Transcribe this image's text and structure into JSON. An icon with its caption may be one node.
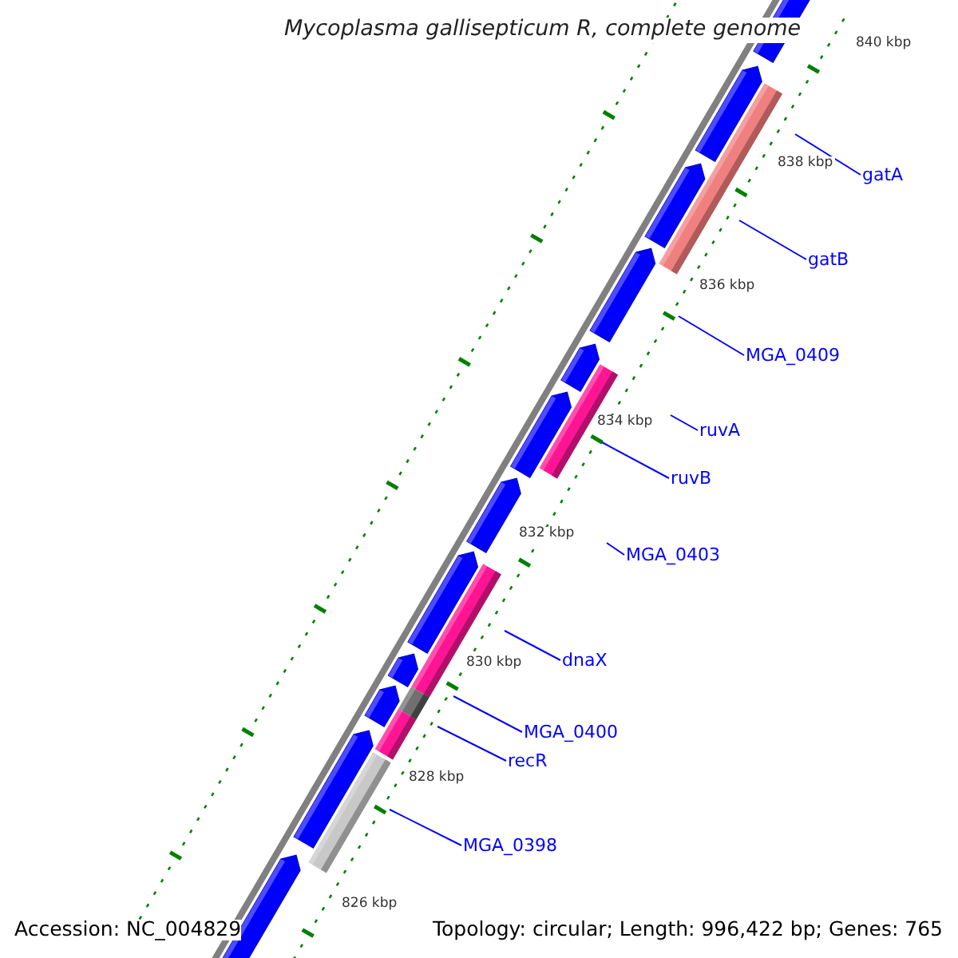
{
  "diagram": {
    "title": "Mycoplasma gallisepticum R, complete genome",
    "nodes": [
      {
        "text": [
          "gatA"
        ]
      },
      {
        "text": [
          "gatB"
        ]
      },
      {
        "text": [
          "MGA_0409"
        ]
      },
      {
        "text": [
          "ruvA"
        ]
      },
      {
        "text": [
          "ruvB"
        ]
      },
      {
        "text": [
          "MGA_0403"
        ]
      },
      {
        "text": [
          "dnaX"
        ]
      },
      {
        "text": [
          "MGA_0400"
        ]
      },
      {
        "text": [
          "recR"
        ]
      },
      {
        "text": [
          "MGA_0398"
        ]
      }
    ],
    "edges": [
      {
        "from": 0,
        "to": null,
        "arrow": "none"
      },
      {
        "from": 1,
        "to": null,
        "arrow": "none"
      },
      {
        "from": 2,
        "to": null,
        "arrow": "none"
      },
      {
        "from": 3,
        "to": null,
        "arrow": "none"
      },
      {
        "from": 4,
        "to": null,
        "arrow": "none"
      },
      {
        "from": 5,
        "to": null,
        "arrow": "none"
      },
      {
        "from": 6,
        "to": null,
        "arrow": "none"
      },
      {
        "from": 7,
        "to": null,
        "arrow": "none"
      },
      {
        "from": 8,
        "to": null,
        "arrow": "none"
      },
      {
        "from": 9,
        "to": null,
        "arrow": "none"
      }
    ],
    "labels": [
      "840 kbp",
      "838 kbp",
      "836 kbp",
      "834 kbp",
      "832 kbp",
      "830 kbp",
      "828 kbp",
      "826 kbp",
      "Accession: NC_004829",
      "Topology: circular; Length: 996,422 bp; Genes: 765"
    ]
  }
}
